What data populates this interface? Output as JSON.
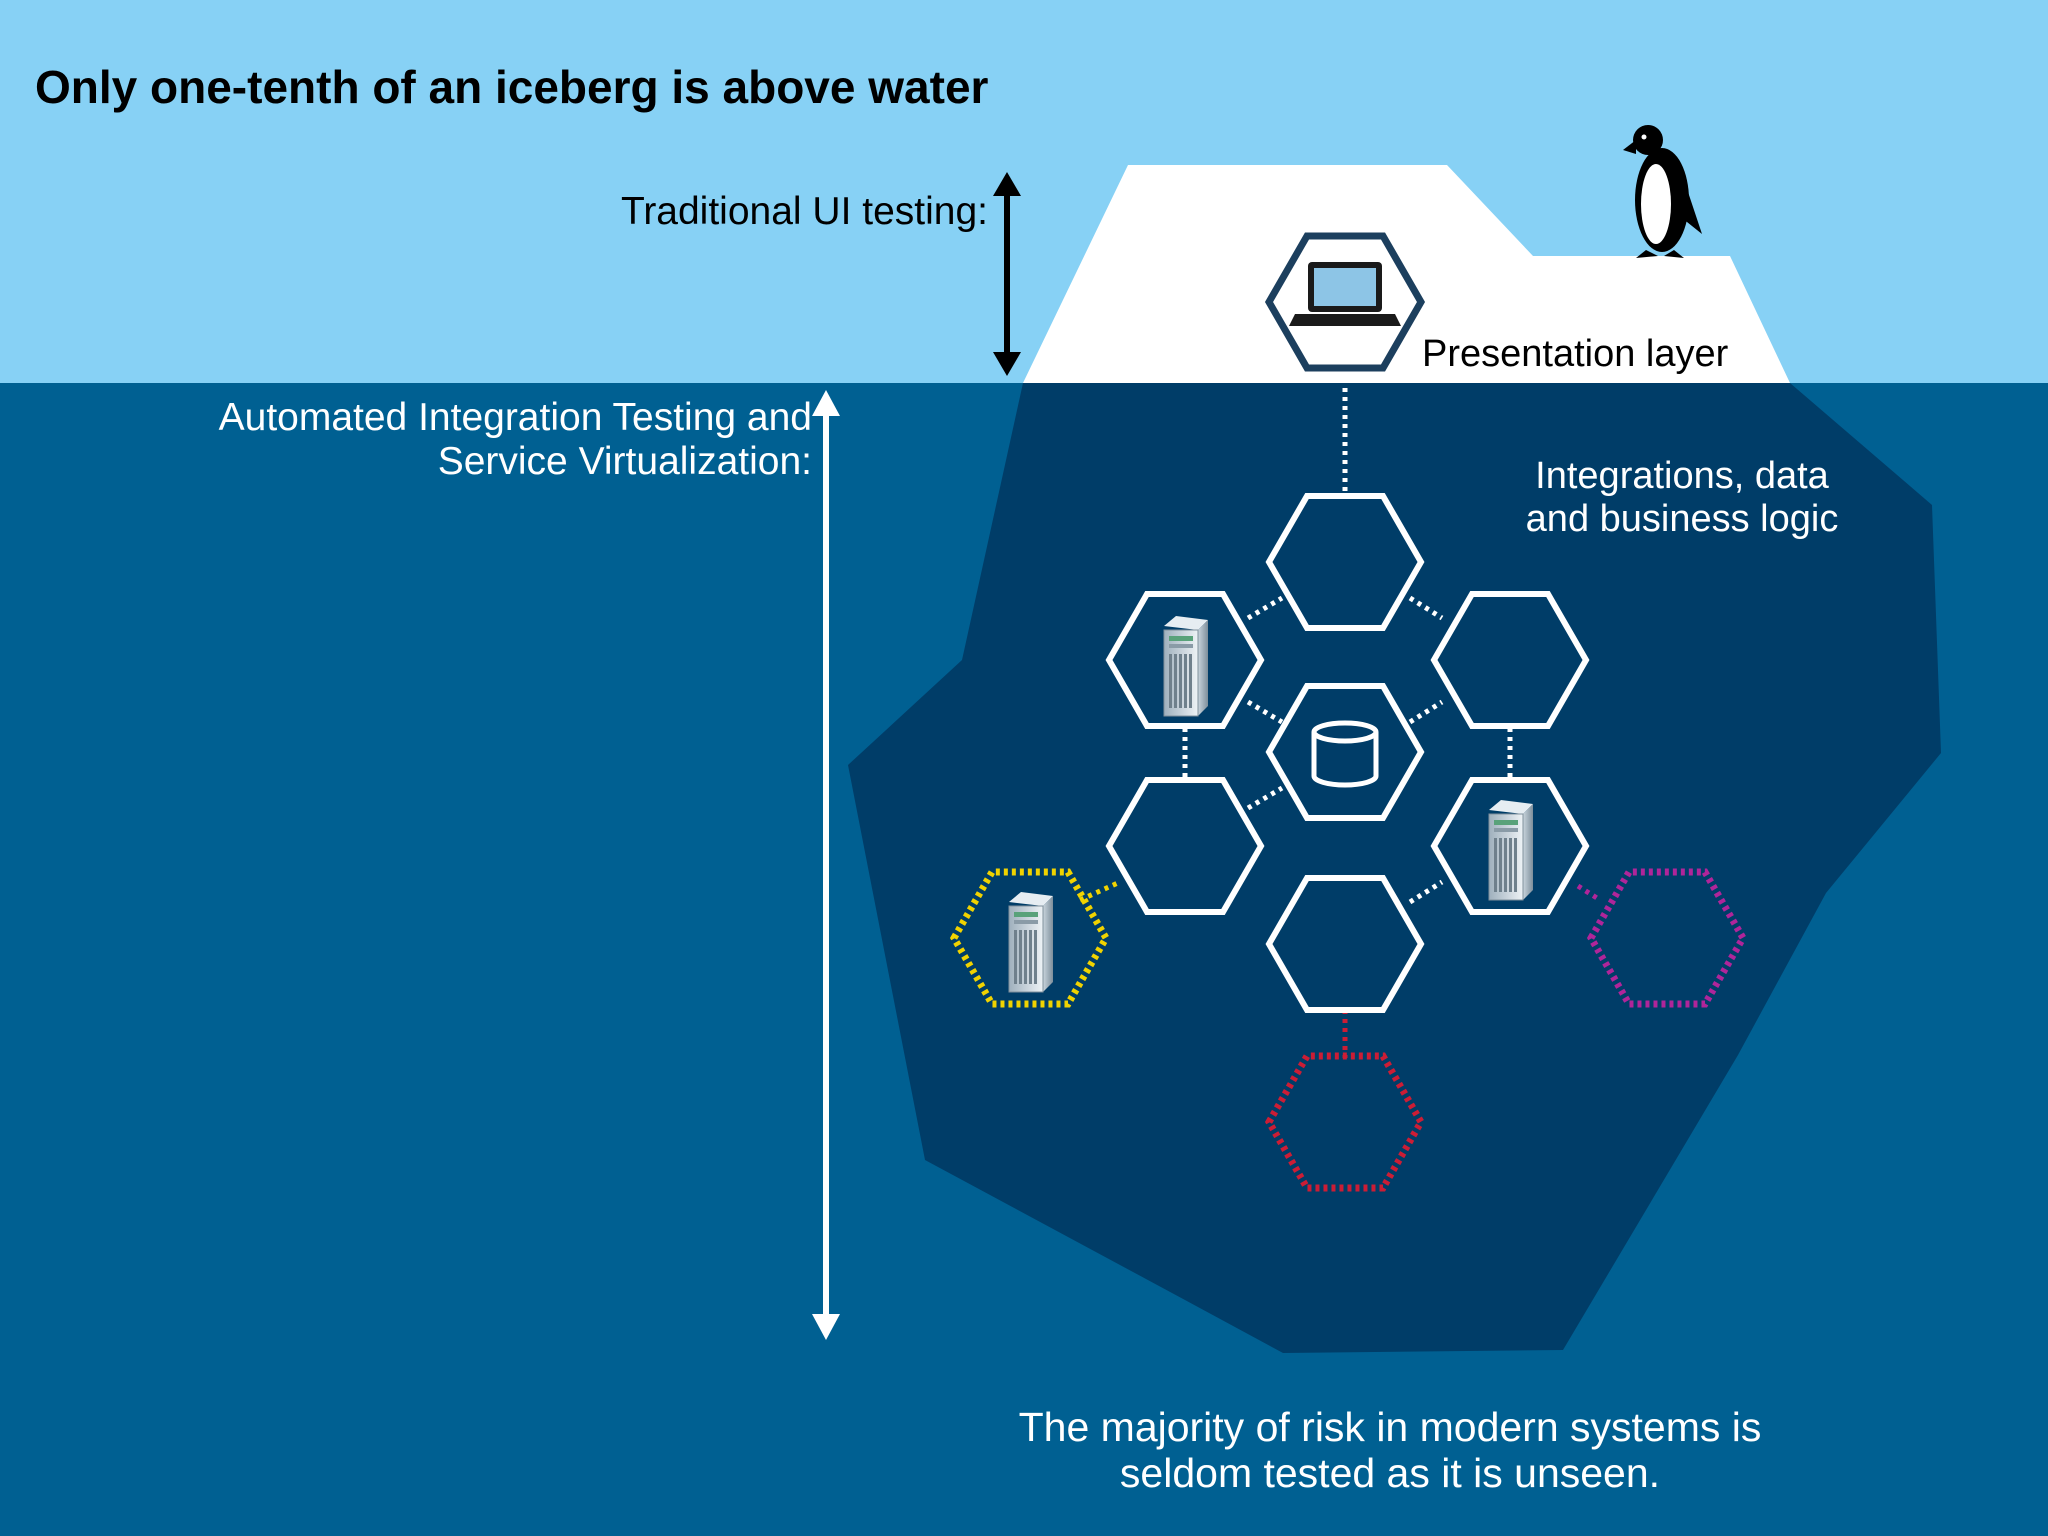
{
  "title": "Only one-tenth of an iceberg is above water",
  "labels": {
    "traditional_ui": "Traditional UI testing:",
    "automated_line1": "Automated Integration Testing and",
    "automated_line2": "Service Virtualization:",
    "presentation_layer": "Presentation layer",
    "integrations_line1": "Integrations, data",
    "integrations_line2": "and business logic",
    "risk_line1": "The majority of risk in modern systems is",
    "risk_line2": "seldom tested as it is unseen."
  },
  "colors": {
    "sky": "#87d1f5",
    "water": "#006092",
    "iceberg_above": "#ffffff",
    "iceberg_below": "#003d68",
    "node_outline": "#ffffff",
    "presentation_node_outline": "#1c3f5e",
    "virtual_yellow": "#f1d300",
    "virtual_magenta": "#b0259a",
    "virtual_red": "#cc1d35"
  },
  "icons": [
    "laptop-icon",
    "server-icon",
    "database-icon",
    "penguin-icon"
  ]
}
